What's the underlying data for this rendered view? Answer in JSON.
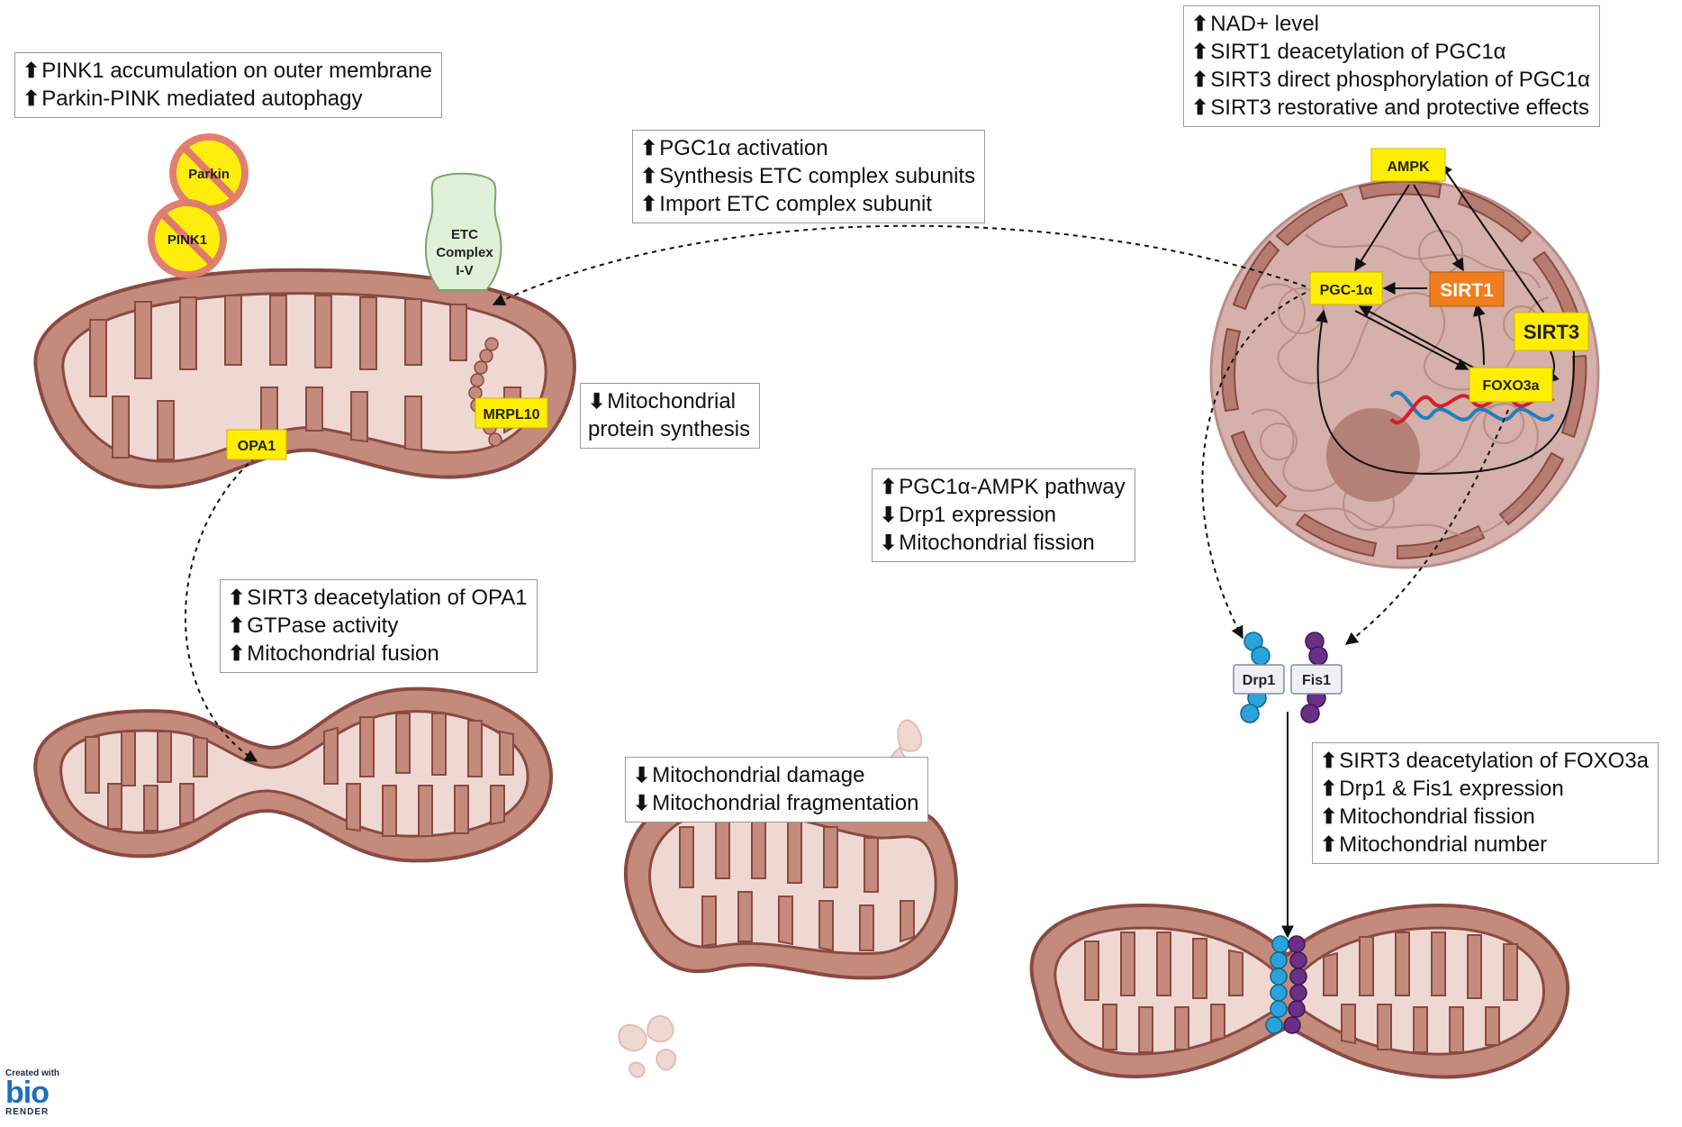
{
  "boxes": {
    "pink": {
      "lines": [
        {
          "dir": "up",
          "text": "PINK1 accumulation on outer membrane"
        },
        {
          "dir": "up",
          "text": "Parkin-PINK mediated autophagy"
        }
      ]
    },
    "pgc": {
      "lines": [
        {
          "dir": "up",
          "text": "PGC1α activation"
        },
        {
          "dir": "up",
          "text": "Synthesis ETC complex subunits"
        },
        {
          "dir": "up",
          "text": "Import ETC complex subunit"
        }
      ]
    },
    "nad": {
      "lines": [
        {
          "dir": "up",
          "text": "NAD+ level"
        },
        {
          "dir": "up",
          "text": "SIRT1 deacetylation of PGC1α"
        },
        {
          "dir": "up",
          "text": "SIRT3 direct phosphorylation of PGC1α"
        },
        {
          "dir": "up",
          "text": "SIRT3 restorative and protective effects"
        }
      ]
    },
    "protein": {
      "lines": [
        {
          "dir": "down",
          "text": "Mitochondrial"
        },
        {
          "dir": "none",
          "text": "protein synthesis"
        }
      ]
    },
    "ampk": {
      "lines": [
        {
          "dir": "up",
          "text": "PGC1α-AMPK pathway"
        },
        {
          "dir": "down",
          "text": "Drp1 expression"
        },
        {
          "dir": "down",
          "text": "Mitochondrial fission"
        }
      ]
    },
    "opa": {
      "lines": [
        {
          "dir": "up",
          "text": "SIRT3 deacetylation of OPA1"
        },
        {
          "dir": "up",
          "text": "GTPase activity"
        },
        {
          "dir": "up",
          "text": "Mitochondrial fusion"
        }
      ]
    },
    "damage": {
      "lines": [
        {
          "dir": "down",
          "text": "Mitochondrial damage"
        },
        {
          "dir": "down",
          "text": "Mitochondrial fragmentation"
        }
      ]
    },
    "foxo": {
      "lines": [
        {
          "dir": "up",
          "text": "SIRT3 deacetylation of FOXO3a"
        },
        {
          "dir": "up",
          "text": "Drp1 & Fis1 expression"
        },
        {
          "dir": "up",
          "text": "Mitochondrial fission"
        },
        {
          "dir": "up",
          "text": "Mitochondrial number"
        }
      ]
    }
  },
  "labels": {
    "parkin": "Parkin",
    "pink1": "PINK1",
    "etc": [
      "ETC",
      "Complex",
      "I-V"
    ],
    "opa1": "OPA1",
    "mrpl10": "MRPL10",
    "ampk": "AMPK",
    "pgc1a": "PGC-1α",
    "sirt1": "SIRT1",
    "sirt3": "SIRT3",
    "foxo3a": "FOXO3a",
    "drp1": "Drp1",
    "fis1": "Fis1"
  },
  "credit": {
    "created": "Created with",
    "brand": "bio",
    "render": "RENDER"
  },
  "colors": {
    "mito_outer": "#c48a7c",
    "mito_inner": "#f0d8d2",
    "mito_stroke": "#8a4a42",
    "label_yellow": "#ffee00",
    "sirt1_orange": "#f07d1e",
    "drp1_blue": "#2aa3db",
    "fis1_purple": "#6a2f86",
    "nucleus": "#c9a09a"
  }
}
